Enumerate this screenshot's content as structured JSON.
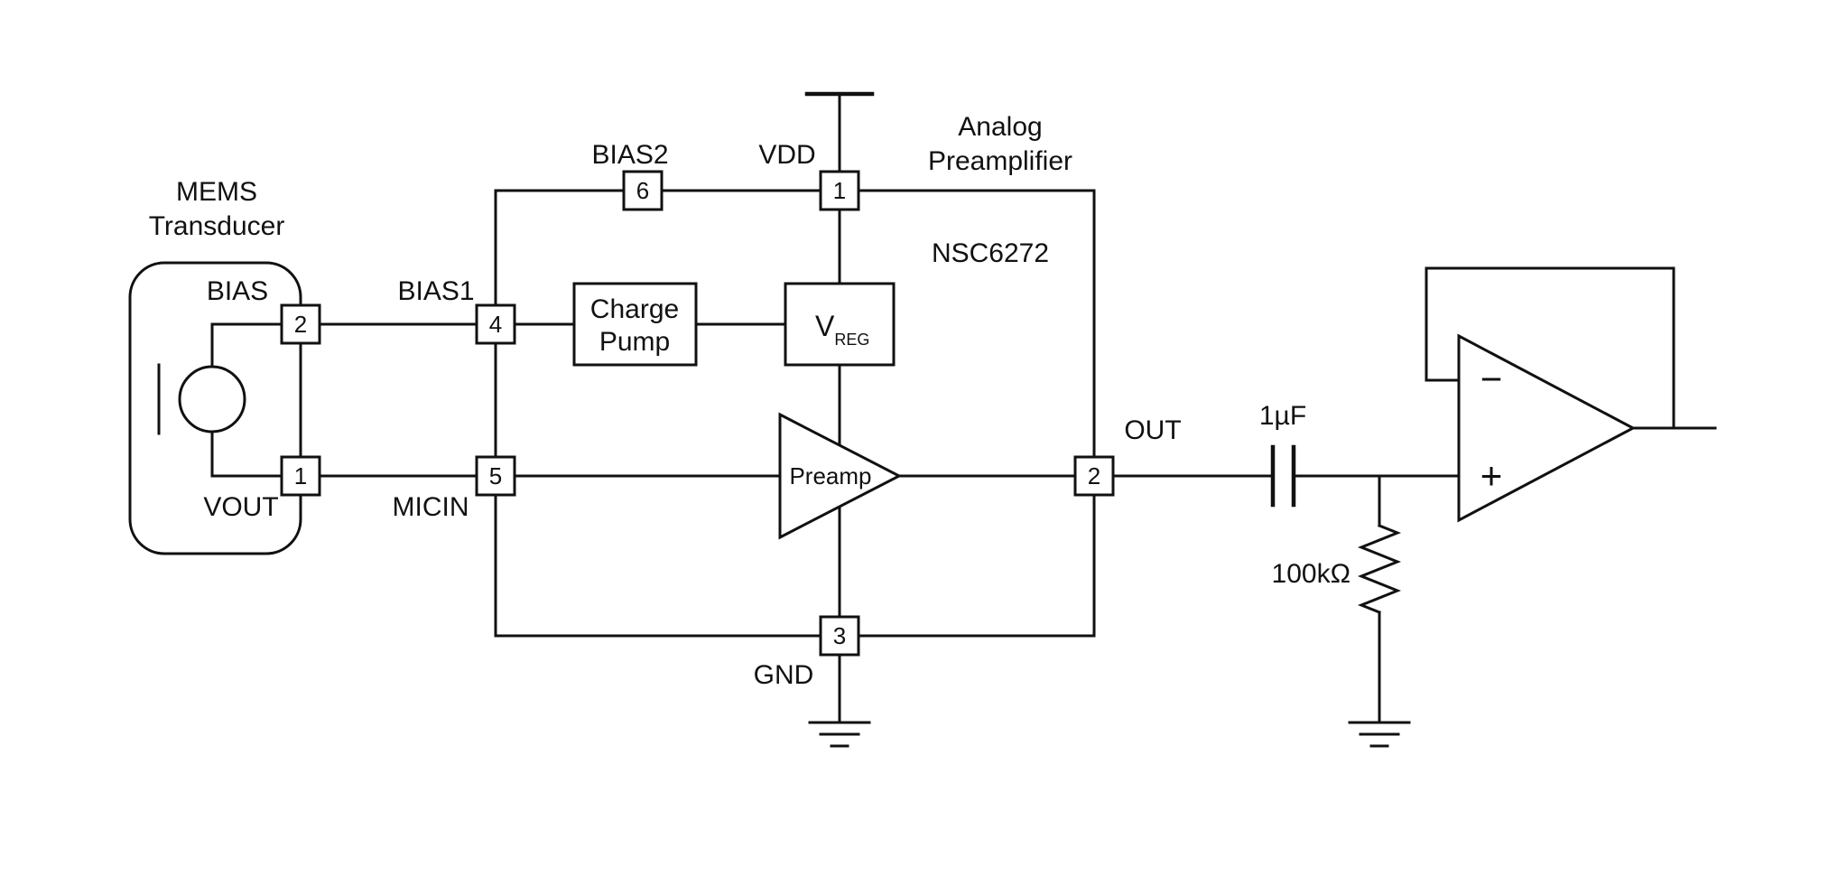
{
  "schematic": {
    "mems": {
      "title_line1": "MEMS",
      "title_line2": "Transducer",
      "bias_label": "BIAS",
      "vout_label": "VOUT",
      "bias_pin_number": "2",
      "vout_pin_number": "1"
    },
    "ic": {
      "part_number": "NSC6272",
      "title_line1": "Analog",
      "title_line2": "Preamplifier",
      "charge_pump_line1": "Charge",
      "charge_pump_line2": "Pump",
      "vreg_symbol": "V",
      "vreg_subscript": "REG",
      "preamp_label": "Preamp",
      "pins": {
        "bias2": {
          "number": "6",
          "label": "BIAS2"
        },
        "vdd": {
          "number": "1",
          "label": "VDD"
        },
        "bias1": {
          "number": "4",
          "label": "BIAS1"
        },
        "micin": {
          "number": "5",
          "label": "MICIN"
        },
        "out": {
          "number": "2",
          "label": "OUT"
        },
        "gnd": {
          "number": "3",
          "label": "GND"
        }
      }
    },
    "output_stage": {
      "coupling_cap_value": "1µF",
      "bias_resistor_value": "100kΩ",
      "opamp_inverting_label": "−",
      "opamp_noninverting_label": "+"
    },
    "colors": {
      "line": "#111111",
      "background": "#ffffff"
    }
  }
}
